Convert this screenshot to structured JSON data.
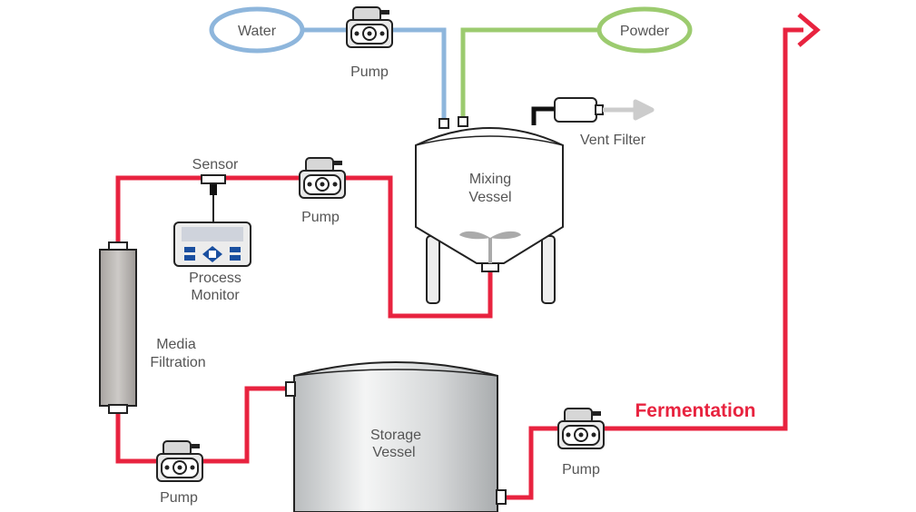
{
  "labels": {
    "water": "Water",
    "powder": "Powder",
    "pump_top": "Pump",
    "vent_filter": "Vent Filter",
    "mixing_1": "Mixing",
    "mixing_2": "Vessel",
    "sensor": "Sensor",
    "pump_mid": "Pump",
    "monitor_1": "Process",
    "monitor_2": "Monitor",
    "media_1": "Media",
    "media_2": "Filtration",
    "storage_1": "Storage",
    "storage_2": "Vessel",
    "pump_bottom_left": "Pump",
    "pump_bottom_right": "Pump",
    "fermentation": "Fermentation"
  },
  "colors": {
    "process_line": "#e8233f",
    "water_line": "#8eb6dc",
    "powder_line": "#9ccb6f",
    "label_text": "#555555"
  },
  "icons": [
    "pump-icon",
    "vent-arrow-icon",
    "mixer-impeller-icon",
    "output-arrow-icon"
  ]
}
